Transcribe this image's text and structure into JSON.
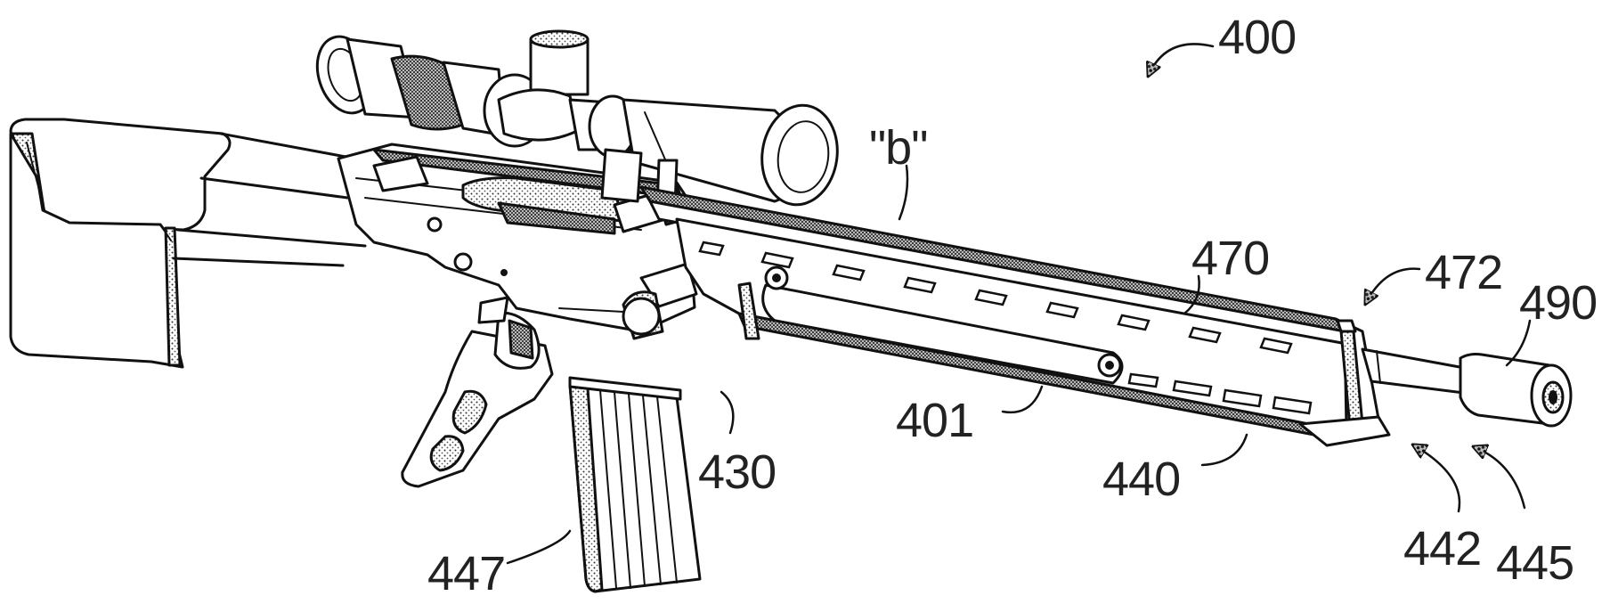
{
  "figure": {
    "reference_numerals": [
      {
        "id": "400",
        "text": "400"
      },
      {
        "id": "b",
        "text": "\"b\""
      },
      {
        "id": "470",
        "text": "470"
      },
      {
        "id": "472",
        "text": "472"
      },
      {
        "id": "490",
        "text": "490"
      },
      {
        "id": "401",
        "text": "401"
      },
      {
        "id": "430",
        "text": "430"
      },
      {
        "id": "440",
        "text": "440"
      },
      {
        "id": "442",
        "text": "442"
      },
      {
        "id": "445",
        "text": "445"
      },
      {
        "id": "447",
        "text": "447"
      }
    ]
  }
}
